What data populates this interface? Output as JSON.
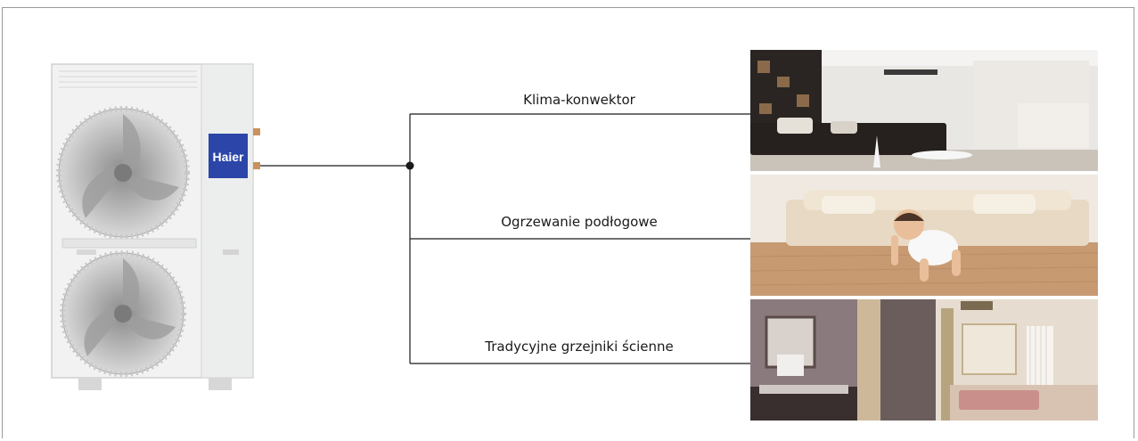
{
  "unit": {
    "brand": "Haier"
  },
  "branches": [
    {
      "label": "Klima-konwektor",
      "image": "room-with-ceiling-duct-unit"
    },
    {
      "label": "Ogrzewanie podłogowe",
      "image": "baby-crawling-on-wooden-floor"
    },
    {
      "label": "Tradycyjne grzejniki ścienne",
      "image": "bathroom-and-bedroom-with-radiator"
    }
  ],
  "colors": {
    "line": "#1a1a1a",
    "frame": "#9a9a9a",
    "brand_badge": "#2b46a8"
  }
}
